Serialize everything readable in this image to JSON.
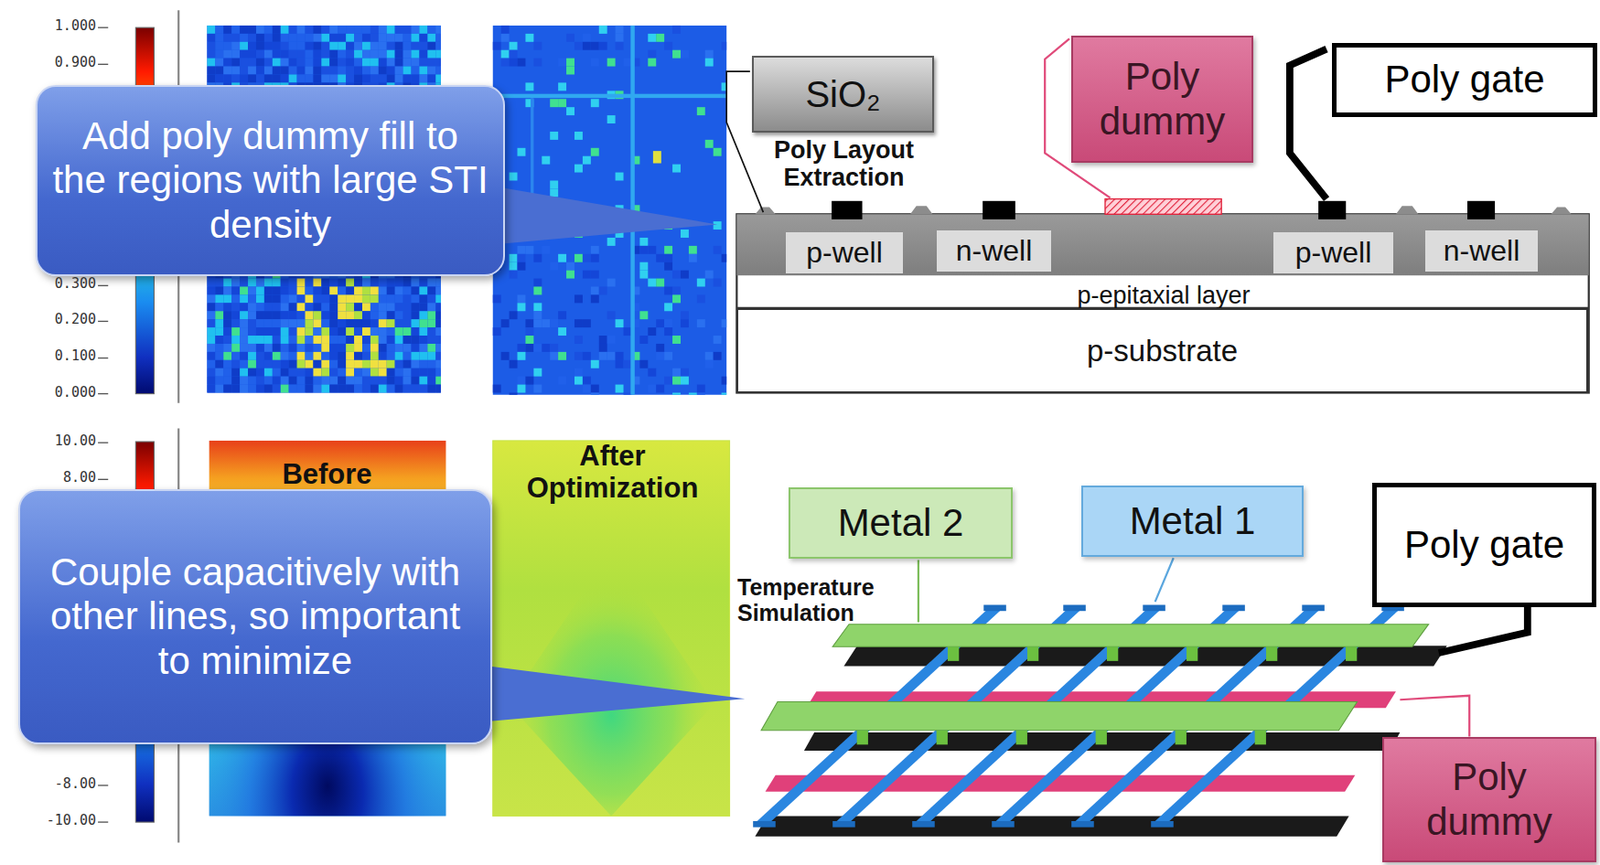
{
  "diagram": {
    "nodes": [
      {
        "text": [
          "Add poly dummy fill to the regions with large STI density"
        ]
      },
      {
        "text": [
          "SiO₂"
        ]
      },
      {
        "text": [
          "Poly dummy"
        ]
      },
      {
        "text": [
          "Poly gate"
        ]
      },
      {
        "text": [
          "p-well"
        ]
      },
      {
        "text": [
          "n-well"
        ]
      },
      {
        "text": [
          "p-well"
        ]
      },
      {
        "text": [
          "n-well"
        ]
      },
      {
        "text": [
          "p-epitaxial layer"
        ]
      },
      {
        "text": [
          "p-substrate"
        ]
      },
      {
        "text": [
          "Couple capacitively with other lines, so important to minimize"
        ]
      },
      {
        "text": [
          "Metal 2"
        ]
      },
      {
        "text": [
          "Metal 1"
        ]
      },
      {
        "text": [
          "Poly gate"
        ]
      },
      {
        "text": [
          "Poly dummy"
        ]
      }
    ],
    "labels": [
      "1.000",
      "0.900",
      "0.300",
      "0.200",
      "0.100",
      "0.000",
      "Poly Layout Extraction",
      "Before",
      "After Optimization",
      "Temperature Simulation",
      "10.00",
      "8.00",
      "-8.00",
      "-10.00"
    ]
  }
}
